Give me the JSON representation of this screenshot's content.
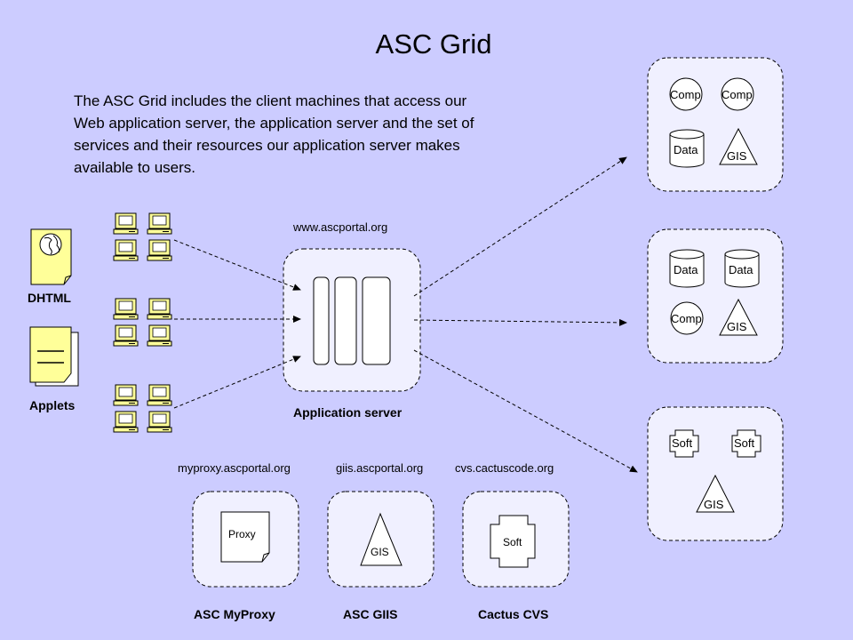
{
  "title": "ASC Grid",
  "description": "The ASC Grid includes the client machines that access our Web application server, the application server and the set of services and their resources our application server makes available to users.",
  "clients": {
    "dhtml_label": "DHTML",
    "applets_label": "Applets"
  },
  "app_server": {
    "url": "www.ascportal.org",
    "label": "Application server"
  },
  "services": [
    {
      "url": "myproxy.ascportal.org",
      "name": "ASC MyProxy",
      "icon_text": "Proxy"
    },
    {
      "url": "giis.ascportal.org",
      "name": "ASC GIIS",
      "icon_text": "GIS"
    },
    {
      "url": "cvs.cactuscode.org",
      "name": "Cactus CVS",
      "icon_text": "Soft"
    }
  ],
  "resources": {
    "group1": {
      "comp1": "Comp",
      "comp2": "Comp",
      "data": "Data",
      "gis": "GIS"
    },
    "group2": {
      "data1": "Data",
      "data2": "Data",
      "comp": "Comp",
      "gis": "GIS"
    },
    "group3": {
      "soft1": "Soft",
      "soft2": "Soft",
      "gis": "GIS"
    }
  }
}
